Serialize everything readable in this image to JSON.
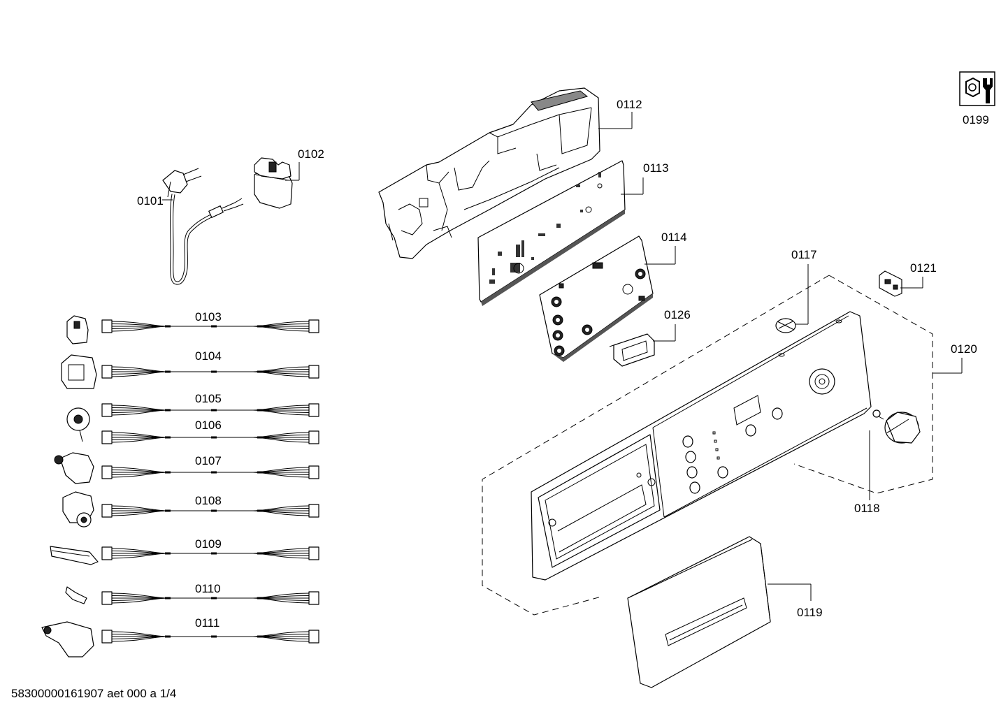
{
  "footer": "58300000161907 aet 000 a 1/4",
  "labels": {
    "p0101": "0101",
    "p0102": "0102",
    "p0103": "0103",
    "p0104": "0104",
    "p0105": "0105",
    "p0106": "0106",
    "p0107": "0107",
    "p0108": "0108",
    "p0109": "0109",
    "p0110": "0110",
    "p0111": "0111",
    "p0112": "0112",
    "p0113": "0113",
    "p0114": "0114",
    "p0117": "0117",
    "p0118": "0118",
    "p0119": "0119",
    "p0120": "0120",
    "p0121": "0121",
    "p0126": "0126",
    "p0199": "0199"
  },
  "icons": {
    "tool_symbol": "wrench-nut-icon"
  }
}
